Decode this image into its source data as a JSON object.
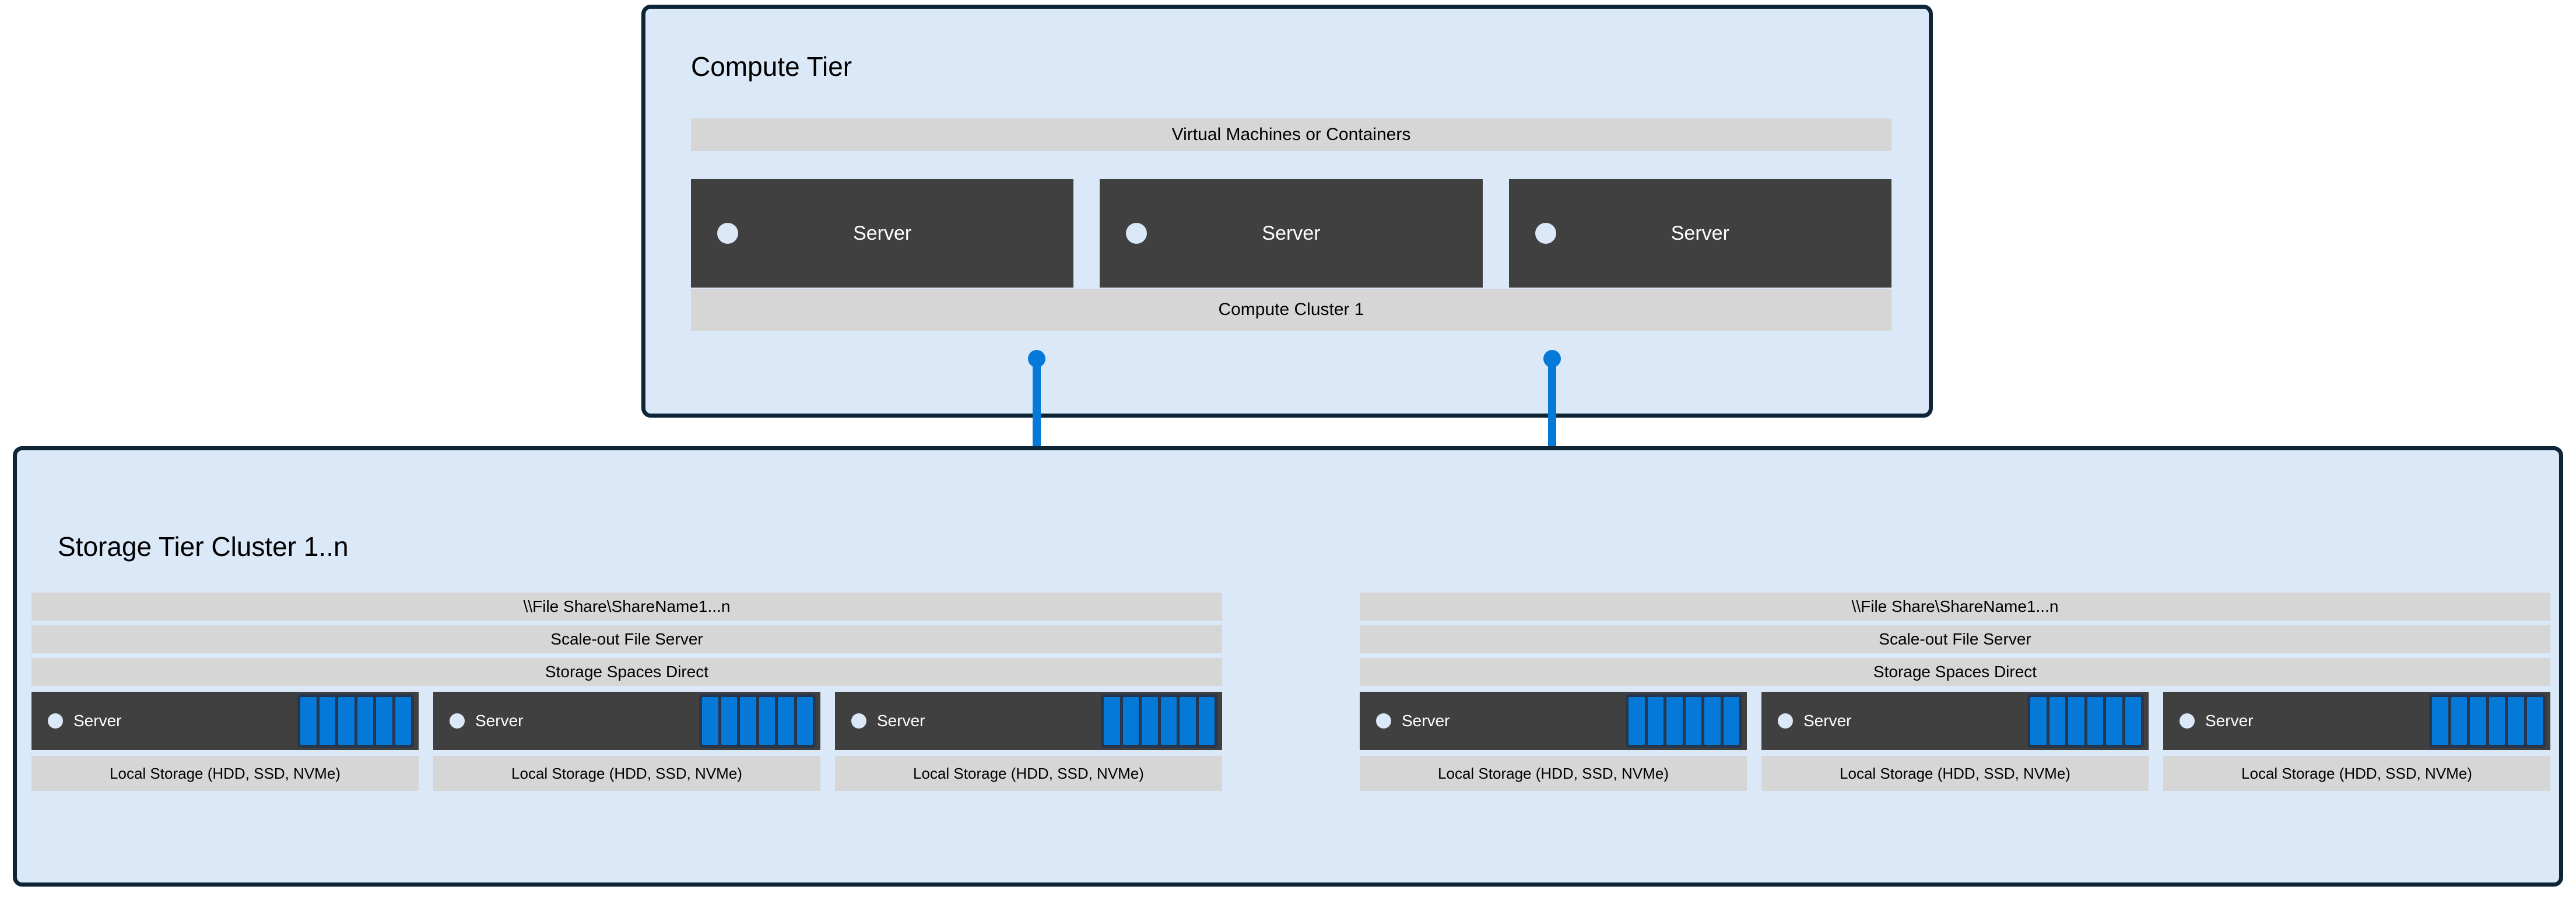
{
  "colors": {
    "panel_fill": "#dbe8f7",
    "panel_border": "#0d2536",
    "bar_gray": "#d6d6d6",
    "server_dark": "#404040",
    "accent_blue": "#0479d7",
    "disk_frame": "#27364f"
  },
  "compute_tier": {
    "title": "Compute Tier",
    "vm_bar_label": "Virtual Machines or Containers",
    "cluster_bar_label": "Compute Cluster 1",
    "servers": [
      {
        "label": "Server"
      },
      {
        "label": "Server"
      },
      {
        "label": "Server"
      }
    ]
  },
  "connectors": [
    {
      "name": "connector-left"
    },
    {
      "name": "connector-right"
    }
  ],
  "folders": [
    {
      "name": "file-share-folder-left"
    },
    {
      "name": "file-share-folder-right"
    }
  ],
  "storage_tier": {
    "title": "Storage Tier Cluster 1..n",
    "clusters": [
      {
        "file_share_label": "\\\\File Share\\ShareName1...n",
        "file_server_label": "Scale-out File Server",
        "spaces_direct_label": "Storage Spaces Direct",
        "nodes": [
          {
            "label": "Server",
            "local_storage_label": "Local Storage (HDD, SSD, NVMe)",
            "disk_count": 6
          },
          {
            "label": "Server",
            "local_storage_label": "Local Storage (HDD, SSD, NVMe)",
            "disk_count": 6
          },
          {
            "label": "Server",
            "local_storage_label": "Local Storage (HDD, SSD, NVMe)",
            "disk_count": 6
          }
        ]
      },
      {
        "file_share_label": "\\\\File Share\\ShareName1...n",
        "file_server_label": "Scale-out File Server",
        "spaces_direct_label": "Storage Spaces Direct",
        "nodes": [
          {
            "label": "Server",
            "local_storage_label": "Local Storage (HDD, SSD, NVMe)",
            "disk_count": 6
          },
          {
            "label": "Server",
            "local_storage_label": "Local Storage (HDD, SSD, NVMe)",
            "disk_count": 6
          },
          {
            "label": "Server",
            "local_storage_label": "Local Storage (HDD, SSD, NVMe)",
            "disk_count": 6
          }
        ]
      }
    ]
  }
}
